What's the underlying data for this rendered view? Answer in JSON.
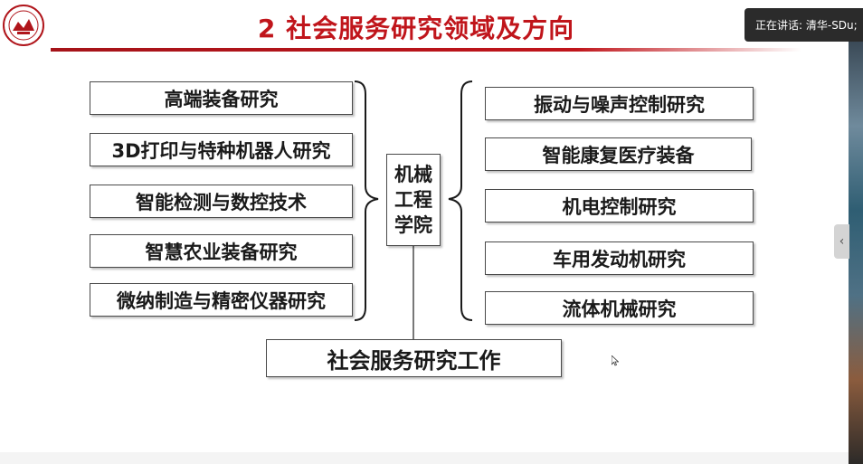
{
  "slide": {
    "title": "2 社会服务研究领域及方向",
    "center_node": [
      "机械",
      "工程",
      "学院"
    ],
    "left_items": [
      "高端装备研究",
      "3D打印与特种机器人研究",
      "智能检测与数控技术",
      "智慧农业装备研究",
      "微纳制造与精密仪器研究"
    ],
    "right_items": [
      "振动与噪声控制研究",
      "智能康复医疗装备",
      "机电控制研究",
      "车用发动机研究",
      "流体机械研究"
    ],
    "bottom_node": "社会服务研究工作"
  },
  "meeting": {
    "speaking_label": "正在讲话: 清华-SDu;"
  },
  "colors": {
    "title": "#c0151b",
    "title_bar": "#a51319",
    "notification_bg": "#2b2b2b"
  },
  "icons": {
    "logo": "university-seal-icon",
    "handle": "chevron-left-icon",
    "cursor": "mouse-pointer-icon"
  }
}
